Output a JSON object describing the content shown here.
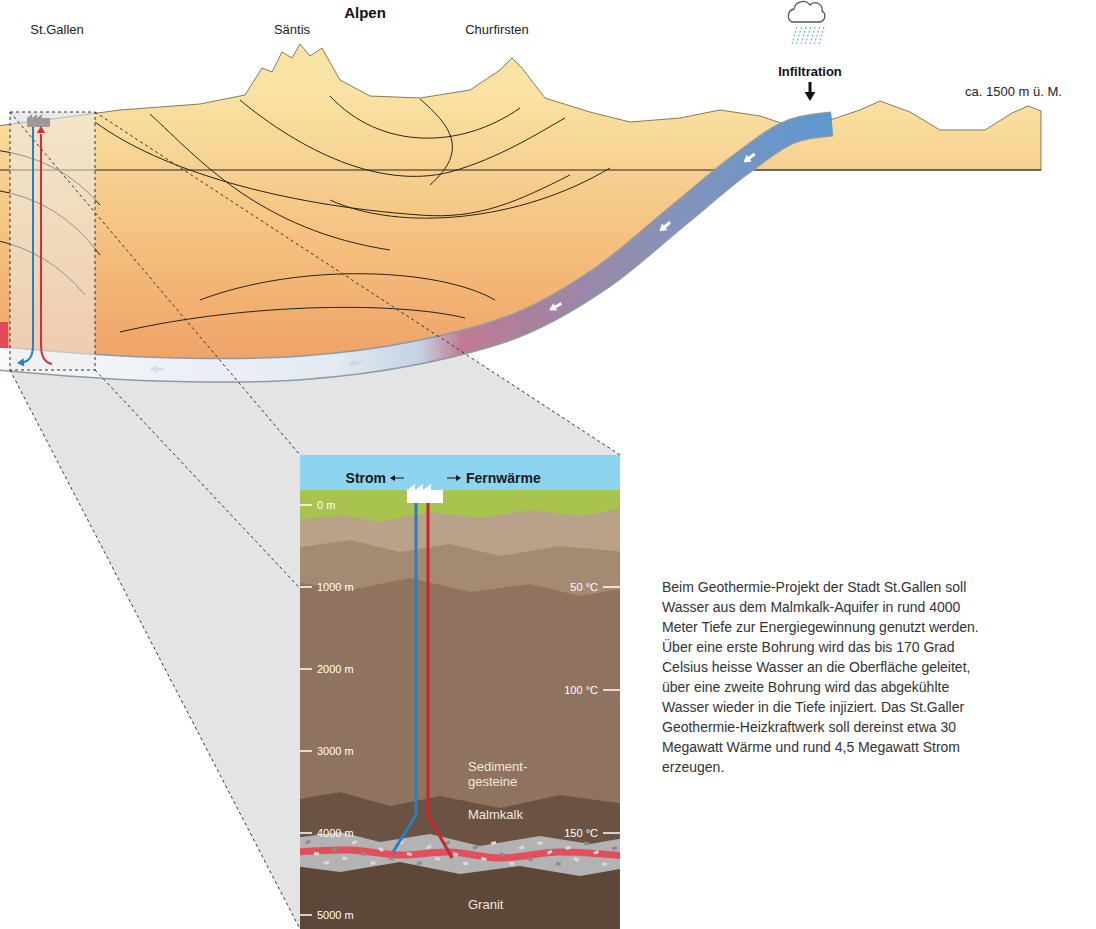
{
  "diagram": {
    "title": "Alpen",
    "caption": "Beim Geothermie-Projekt der Stadt St.Gallen soll Wasser aus dem Malmkalk-Aquifer in rund 4000 Meter Tiefe zur Energiegewinnung genutzt werden. Über eine erste Bohrung wird das bis 170 Grad Celsius heisse Wasser an die Oberfläche geleitet, über eine zweite Bohrung wird das abgekühlte Wasser wieder in die Tiefe injiziert. Das St.Galler Geothermie-Heizkraftwerk soll dereinst etwa 30 Megawatt Wärme und rund 4,5 Megawatt Strom erzeugen.",
    "labels": [
      "St.Gallen",
      "Säntis",
      "Churfirsten",
      "Infiltration",
      "ca. 1500 m ü. M.",
      "Strom",
      "Fernwärme",
      "0 m",
      "1000 m",
      "2000 m",
      "3000 m",
      "4000 m",
      "5000 m",
      "50 °C",
      "100 °C",
      "150 °C",
      "Sediment- gesteine",
      "Malmkalk",
      "Granit"
    ]
  }
}
